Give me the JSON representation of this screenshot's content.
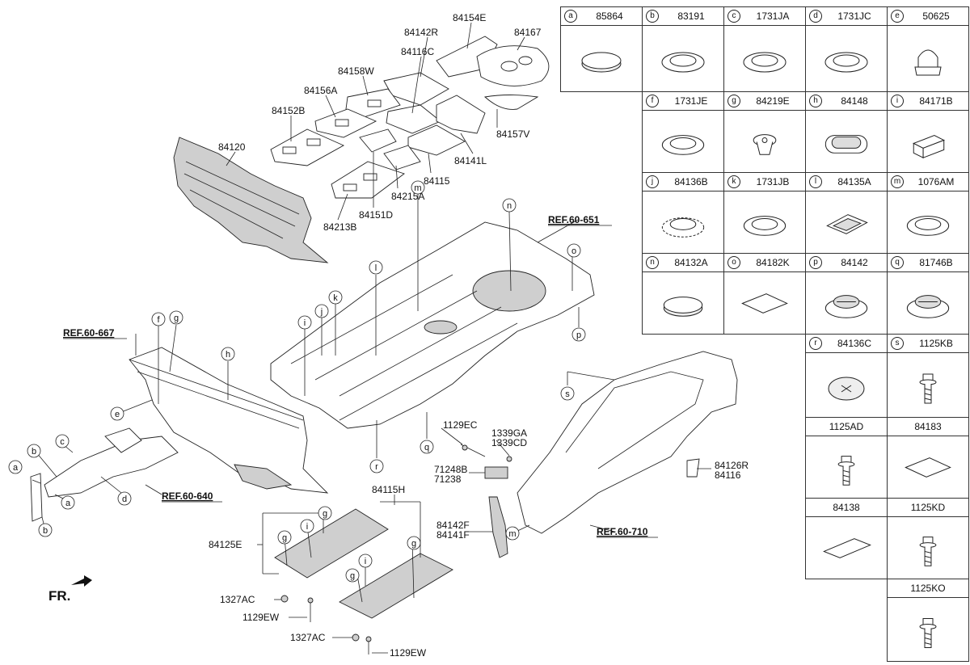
{
  "labels": {
    "p84154E": "84154E",
    "p84142R": "84142R",
    "p84167": "84167",
    "p84116C": "84116C",
    "p84158W": "84158W",
    "p84156A": "84156A",
    "p84152B": "84152B",
    "p84120": "84120",
    "p84157V": "84157V",
    "p84141L": "84141L",
    "p84115": "84115",
    "p84215A": "84215A",
    "p84151D": "84151D",
    "p84213B": "84213B",
    "p1129EC": "1129EC",
    "p1339GA": "1339GA",
    "p1339CD": "1339CD",
    "p71248B": "71248B",
    "p71238": "71238",
    "p84126R": "84126R",
    "p84116": "84116",
    "p84115H": "84115H",
    "p84125E": "84125E",
    "p84142F": "84142F",
    "p84141F": "84141F",
    "p1327AC_1": "1327AC",
    "p1129EW_1": "1129EW",
    "p1327AC_2": "1327AC",
    "p1129EW_2": "1129EW",
    "fr": "FR."
  },
  "refs": {
    "r651": "REF.60-651",
    "r667": "REF.60-667",
    "r640": "REF.60-640",
    "r710": "REF.60-710"
  },
  "bubbles": {
    "a1": "a",
    "a2": "a",
    "b1": "b",
    "b2": "b",
    "c": "c",
    "d": "d",
    "e": "e",
    "f": "f",
    "g1": "g",
    "g2": "g",
    "g3": "g",
    "g4": "g",
    "g5": "g",
    "h": "h",
    "i1": "i",
    "i2": "i",
    "i3": "i",
    "j": "j",
    "k": "k",
    "l": "l",
    "m1": "m",
    "m2": "m",
    "n": "n",
    "o": "o",
    "p": "p",
    "q": "q",
    "r": "r",
    "s": "s"
  },
  "table": [
    {
      "letter": "a",
      "code": "85864",
      "icon": "plug-flat-icon"
    },
    {
      "letter": "b",
      "code": "83191",
      "icon": "grommet-ring-icon"
    },
    {
      "letter": "c",
      "code": "1731JA",
      "icon": "grommet-ring-icon"
    },
    {
      "letter": "d",
      "code": "1731JC",
      "icon": "grommet-ring-icon"
    },
    {
      "letter": "e",
      "code": "50625",
      "icon": "cap-nut-icon"
    },
    {
      "letter": "f",
      "code": "1731JE",
      "icon": "grommet-ring-icon"
    },
    {
      "letter": "g",
      "code": "84219E",
      "icon": "clip-icon"
    },
    {
      "letter": "h",
      "code": "84148",
      "icon": "oval-grommet-icon"
    },
    {
      "letter": "i",
      "code": "84171B",
      "icon": "block-icon"
    },
    {
      "letter": "j",
      "code": "84136B",
      "icon": "gear-grommet-icon"
    },
    {
      "letter": "k",
      "code": "1731JB",
      "icon": "grommet-ring-icon"
    },
    {
      "letter": "l",
      "code": "84135A",
      "icon": "rect-grommet-icon"
    },
    {
      "letter": "m",
      "code": "1076AM",
      "icon": "grommet-ring-icon"
    },
    {
      "letter": "n",
      "code": "84132A",
      "icon": "plug-flat-icon"
    },
    {
      "letter": "o",
      "code": "84182K",
      "icon": "pad-icon"
    },
    {
      "letter": "p",
      "code": "84142",
      "icon": "ribbed-plug-icon"
    },
    {
      "letter": "q",
      "code": "81746B",
      "icon": "ribbed-plug-icon"
    },
    {
      "letter": "r",
      "code": "84136C",
      "icon": "star-plug-icon"
    },
    {
      "letter": "s",
      "code": "1125KB",
      "icon": "bolt-icon"
    },
    {
      "letter": "",
      "code": "1125AD",
      "icon": "bolt-icon"
    },
    {
      "letter": "",
      "code": "84183",
      "icon": "pad-icon"
    },
    {
      "letter": "",
      "code": "84138",
      "icon": "rect-pad-icon"
    },
    {
      "letter": "",
      "code": "1125KD",
      "icon": "bolt-icon"
    },
    {
      "letter": "",
      "code": "1125KO",
      "icon": "bolt-icon"
    }
  ]
}
